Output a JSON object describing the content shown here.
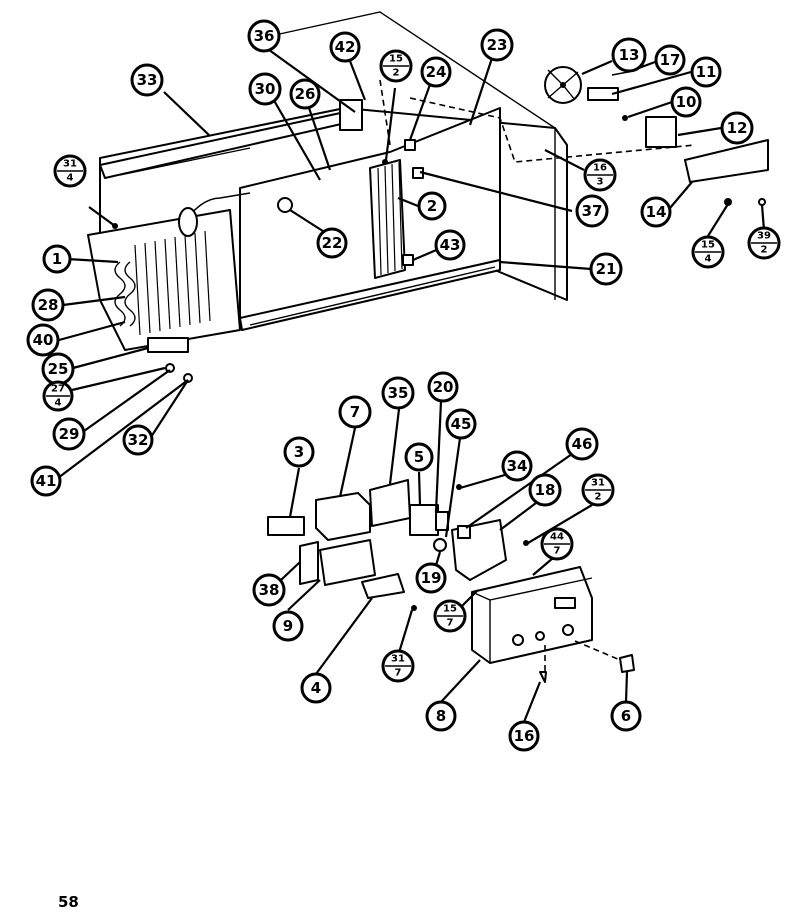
{
  "callouts": [
    "1",
    "2",
    "3",
    "4",
    "5",
    "6",
    "7",
    "8",
    "9",
    "10",
    "11",
    "12",
    "13",
    "14",
    "16",
    "17",
    "18",
    "19",
    "20",
    "21",
    "22",
    "23",
    "24",
    "25",
    "26",
    "28",
    "29",
    "30",
    "32",
    "33",
    "34",
    "35",
    "36",
    "37",
    "38",
    "40",
    "41",
    "42",
    "43",
    "45",
    "46"
  ],
  "fraction_callouts": [
    {
      "top": "31",
      "bottom": "4"
    },
    {
      "top": "15",
      "bottom": "2"
    },
    {
      "top": "16",
      "bottom": "3"
    },
    {
      "top": "15",
      "bottom": "4"
    },
    {
      "top": "39",
      "bottom": "2"
    },
    {
      "top": "27",
      "bottom": "4"
    },
    {
      "top": "31",
      "bottom": "2"
    },
    {
      "top": "44",
      "bottom": "7"
    },
    {
      "top": "15",
      "bottom": "7"
    },
    {
      "top": "31",
      "bottom": "7"
    }
  ],
  "page_number": "58"
}
